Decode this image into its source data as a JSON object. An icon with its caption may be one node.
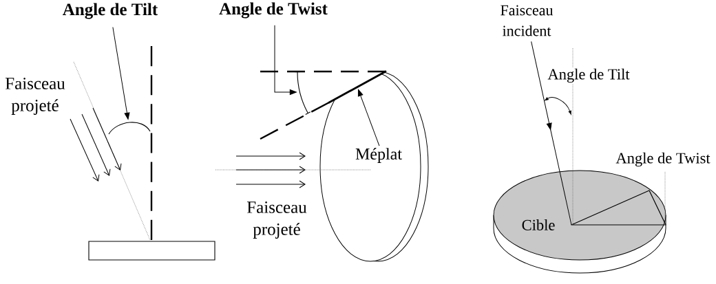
{
  "diagram": {
    "nodes": [
      {
        "text": [
          "Angle de Tilt"
        ]
      },
      {
        "text": [],
        "shape": "arc"
      },
      {
        "text": [],
        "shape": "box"
      },
      {
        "text": [
          "Angle de Twist"
        ]
      },
      {
        "text": [],
        "shape": "arc"
      },
      {
        "text": [],
        "shape": "line"
      },
      {
        "text": [
          "Méplat"
        ]
      },
      {
        "text": [
          "Faisceau incident"
        ]
      },
      {
        "text": [
          "Cible"
        ]
      }
    ],
    "edges": [
      {
        "from": 0,
        "to": 1,
        "arrow": "to"
      },
      {
        "from": 3,
        "to": 4,
        "arrow": "to"
      },
      {
        "from": 6,
        "to": 5,
        "arrow": "to"
      },
      {
        "from": 7,
        "to": 8,
        "arrow": "to"
      }
    ],
    "labels": [
      "Faisceau projeté",
      "Faisceau projeté",
      "Angle de Tilt",
      "Angle de Twist"
    ]
  }
}
